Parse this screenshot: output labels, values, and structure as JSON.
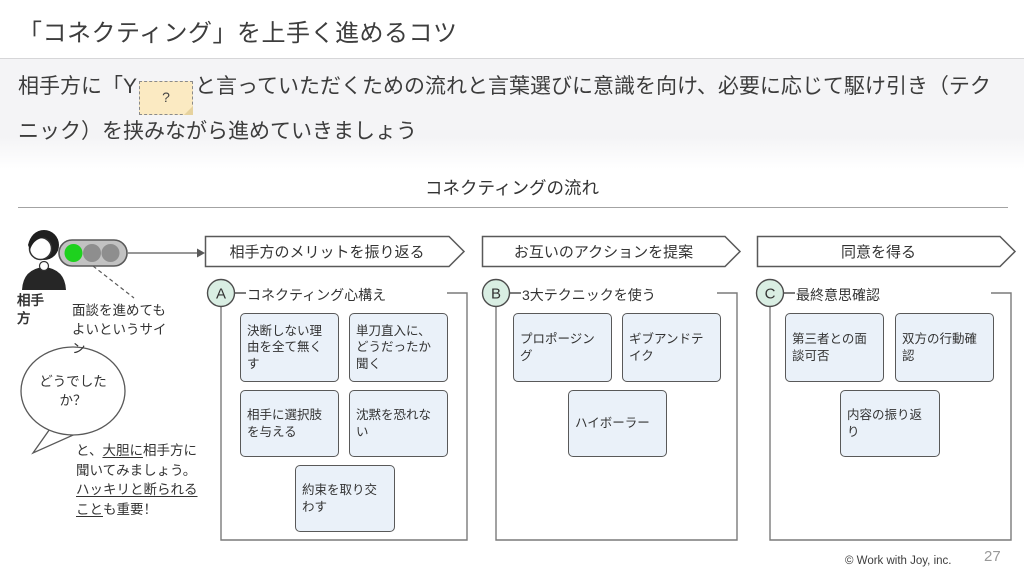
{
  "slide": {
    "title": "「コネクティング」を上手く進めるコツ"
  },
  "intro": {
    "lead": "相手方に「Y",
    "mystery": "?",
    "rest": "と言っていただくための流れと言葉選びに意識を向け、必要に応じて駆け引き（テクニック）を挟みながら進めていきましょう"
  },
  "diagram": {
    "title": "コネクティングの流れ",
    "stages": [
      "相手方のメリットを振り返る",
      "お互いのアクションを提案",
      "同意を得る"
    ],
    "groups": [
      {
        "id": "A",
        "label": "コネクティング心構え",
        "items": [
          "決断しない理由を全て無くす",
          "単刀直入に、どうだったか聞く",
          "相手に選択肢を与える",
          "沈黙を恐れない",
          "約束を取り交わす"
        ]
      },
      {
        "id": "B",
        "label": "3大テクニックを使う",
        "items": [
          "プロポージング",
          "ギブアンドテイク",
          "ハイボーラー"
        ]
      },
      {
        "id": "C",
        "label": "最終意思確認",
        "items": [
          "第三者との面談可否",
          "双方の行動確認",
          "内容の振り返り"
        ]
      }
    ]
  },
  "counterpart": {
    "label": "相手方",
    "signal_note": "面談を進めてもよいというサイン",
    "bubble": "どうでしたか？",
    "advice_segments": [
      {
        "text": "と、",
        "underline": false
      },
      {
        "text": "大胆に",
        "underline": true
      },
      {
        "text": "相手方に聞いてみましょう。",
        "underline": false
      },
      {
        "text": "ハッキリと断られること",
        "underline": true
      },
      {
        "text": "も重要！",
        "underline": false
      }
    ]
  },
  "footer": {
    "copyright": "© Work with Joy, inc.",
    "page_number": "27"
  },
  "colors": {
    "signal_green": "#1ed11e",
    "signal_gray": "#8e8e8e",
    "box_fill": "#eaf1f9",
    "badge_fill": "#d9eee3",
    "outline": "#595959",
    "highlight_fill": "#fbeac2"
  }
}
